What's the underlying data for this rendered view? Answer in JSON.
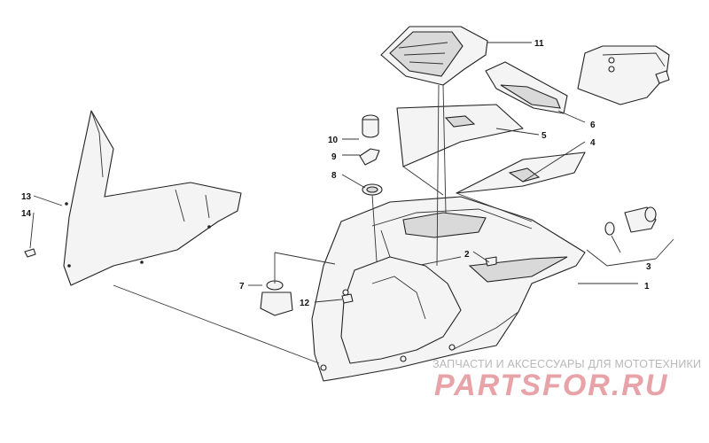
{
  "callouts": [
    {
      "id": "1",
      "label": "1"
    },
    {
      "id": "2",
      "label": "2"
    },
    {
      "id": "3",
      "label": "3"
    },
    {
      "id": "4",
      "label": "4"
    },
    {
      "id": "5",
      "label": "5"
    },
    {
      "id": "6",
      "label": "6"
    },
    {
      "id": "7",
      "label": "7"
    },
    {
      "id": "8",
      "label": "8"
    },
    {
      "id": "9",
      "label": "9"
    },
    {
      "id": "10",
      "label": "10"
    },
    {
      "id": "11",
      "label": "11"
    },
    {
      "id": "12",
      "label": "12"
    },
    {
      "id": "13",
      "label": "13"
    },
    {
      "id": "14",
      "label": "14"
    }
  ],
  "watermark": {
    "subtitle": "ЗАПЧАСТИ И АКСЕССУАРЫ ДЛЯ МОТОТЕХНИКИ",
    "brand": "PARTSFOR.RU"
  },
  "colors": {
    "line": "#222222",
    "part_fill": "#f4f4f4",
    "watermark_brand": "#e8a3a8",
    "watermark_subtitle": "#b8b8b8"
  }
}
